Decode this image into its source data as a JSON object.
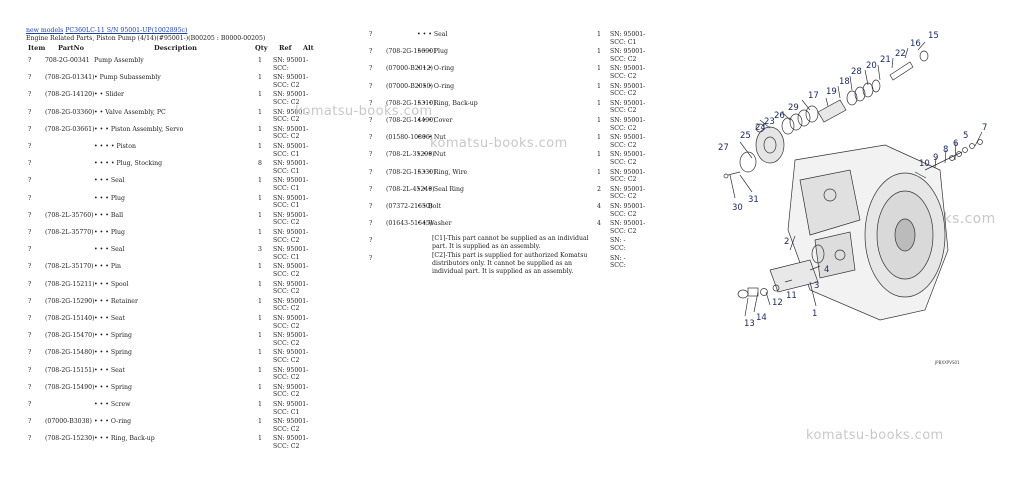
{
  "breadcrumb": {
    "link1": "new models",
    "link2": "PC360LC-11 S/N 95001-UP(1002895c)"
  },
  "subtitle": "Engine Related Parts, Piston Pump (4/14)(#95001-)(B00205 : B0000-00205)",
  "columns": {
    "item": "Item",
    "partno": "PartNo",
    "desc": "Description",
    "qty": "Qty",
    "ref": "Ref",
    "alt": "Alt"
  },
  "left_rows": [
    {
      "q": "?",
      "pn": "708-2G-00341",
      "desc": "Pump Assembly",
      "qty": "1",
      "ref": "SN: 95001-\nSCC:"
    },
    {
      "q": "?",
      "pn": "(708-2G-01341)",
      "desc": "• Pump Subassembly",
      "qty": "1",
      "ref": "SN: 95001-\nSCC: C2"
    },
    {
      "q": "?",
      "pn": "(708-2G-14120)",
      "desc": "• • Slider",
      "qty": "1",
      "ref": "SN: 95001-\nSCC: C2"
    },
    {
      "q": "?",
      "pn": "(708-2G-03360)",
      "desc": "• • Valve Assembly, PC",
      "qty": "1",
      "ref": "SN: 95001-\nSCC: C2"
    },
    {
      "q": "?",
      "pn": "(708-2G-03661)",
      "desc": "• • • Piston Assembly, Servo",
      "qty": "1",
      "ref": "SN: 95001-\nSCC: C2"
    },
    {
      "q": "?",
      "pn": "",
      "desc": "• • • • Piston",
      "qty": "1",
      "ref": "SN: 95001-\nSCC: C1"
    },
    {
      "q": "?",
      "pn": "",
      "desc": "• • • • Plug, Stocking",
      "qty": "8",
      "ref": "SN: 95001-\nSCC: C1"
    },
    {
      "q": "?",
      "pn": "",
      "desc": "• • • Seal",
      "qty": "1",
      "ref": "SN: 95001-\nSCC: C1"
    },
    {
      "q": "?",
      "pn": "",
      "desc": "• • • Plug",
      "qty": "1",
      "ref": "SN: 95001-\nSCC: C1"
    },
    {
      "q": "?",
      "pn": "(708-2L-35760)",
      "desc": "• • • Ball",
      "qty": "1",
      "ref": "SN: 95001-\nSCC: C2"
    },
    {
      "q": "?",
      "pn": "(708-2L-35770)",
      "desc": "• • • Plug",
      "qty": "1",
      "ref": "SN: 95001-\nSCC: C2"
    },
    {
      "q": "?",
      "pn": "",
      "desc": "• • • Seal",
      "qty": "3",
      "ref": "SN: 95001-\nSCC: C1"
    },
    {
      "q": "?",
      "pn": "(708-2L-35170)",
      "desc": "• • • Pin",
      "qty": "1",
      "ref": "SN: 95001-\nSCC: C2"
    },
    {
      "q": "?",
      "pn": "(708-2G-15211)",
      "desc": "• • • Spool",
      "qty": "1",
      "ref": "SN: 95001-\nSCC: C2"
    },
    {
      "q": "?",
      "pn": "(708-2G-15290)",
      "desc": "• • • Retainer",
      "qty": "1",
      "ref": "SN: 95001-\nSCC: C2"
    },
    {
      "q": "?",
      "pn": "(708-2G-15140)",
      "desc": "• • • Seat",
      "qty": "1",
      "ref": "SN: 95001-\nSCC: C2"
    },
    {
      "q": "?",
      "pn": "(708-2G-15470)",
      "desc": "• • • Spring",
      "qty": "1",
      "ref": "SN: 95001-\nSCC: C2"
    },
    {
      "q": "?",
      "pn": "(708-2G-15480)",
      "desc": "• • • Spring",
      "qty": "1",
      "ref": "SN: 95001-\nSCC: C2"
    },
    {
      "q": "?",
      "pn": "(708-2G-15151)",
      "desc": "• • • Seat",
      "qty": "1",
      "ref": "SN: 95001-\nSCC: C2"
    },
    {
      "q": "?",
      "pn": "(708-2G-15490)",
      "desc": "• • • Spring",
      "qty": "1",
      "ref": "SN: 95001-\nSCC: C2"
    },
    {
      "q": "?",
      "pn": "",
      "desc": "• • • Screw",
      "qty": "1",
      "ref": "SN: 95001-\nSCC: C1"
    },
    {
      "q": "?",
      "pn": "(07000-B3038)",
      "desc": "• • • O-ring",
      "qty": "1",
      "ref": "SN: 95001-\nSCC: C2"
    },
    {
      "q": "?",
      "pn": "(708-2G-15230)",
      "desc": "• • • Ring, Back-up",
      "qty": "1",
      "ref": "SN: 95001-\nSCC: C2"
    }
  ],
  "right_rows": [
    {
      "q": "?",
      "pn": "",
      "desc": "• • • Seal",
      "qty": "1",
      "ref": "SN: 95001-\nSCC: C1"
    },
    {
      "q": "?",
      "pn": "(708-2G-15690)",
      "desc": "• • • Plug",
      "qty": "1",
      "ref": "SN: 95001-\nSCC: C2"
    },
    {
      "q": "?",
      "pn": "(07000-B2012)",
      "desc": "• • • O-ring",
      "qty": "1",
      "ref": "SN: 95001-\nSCC: C2"
    },
    {
      "q": "?",
      "pn": "(07000-B2050)",
      "desc": "• • • O-ring",
      "qty": "1",
      "ref": "SN: 95001-\nSCC: C2"
    },
    {
      "q": "?",
      "pn": "(708-2G-15310)",
      "desc": "• • • Ring, Back-up",
      "qty": "1",
      "ref": "SN: 95001-\nSCC: C2"
    },
    {
      "q": "?",
      "pn": "(708-2G-14490)",
      "desc": "• • • Cover",
      "qty": "1",
      "ref": "SN: 95001-\nSCC: C2"
    },
    {
      "q": "?",
      "pn": "(01580-10806)",
      "desc": "• • • Nut",
      "qty": "1",
      "ref": "SN: 95001-\nSCC: C2"
    },
    {
      "q": "?",
      "pn": "(708-2L-35290)",
      "desc": "• • • Nut",
      "qty": "1",
      "ref": "SN: 95001-\nSCC: C2"
    },
    {
      "q": "?",
      "pn": "(708-2G-15330)",
      "desc": "• • • Ring, Wire",
      "qty": "1",
      "ref": "SN: 95001-\nSCC: C2"
    },
    {
      "q": "?",
      "pn": "(708-2L-45240)",
      "desc": "• • • Seal Ring",
      "qty": "2",
      "ref": "SN: 95001-\nSCC: C2"
    },
    {
      "q": "?",
      "pn": "(07372-21650)",
      "desc": "• • Bolt",
      "qty": "4",
      "ref": "SN: 95001-\nSCC: C2"
    },
    {
      "q": "?",
      "pn": "(01643-51645)",
      "desc": "• • Washer",
      "qty": "4",
      "ref": "SN: 95001-\nSCC: C2"
    },
    {
      "q": "?",
      "pn": "",
      "desc": "",
      "qty": "",
      "ref": "SN: -\nSCC:"
    },
    {
      "q": "?",
      "pn": "",
      "desc": "",
      "qty": "",
      "ref": "SN: -\nSCC:"
    }
  ],
  "notes": {
    "c1": "[C1]-This part cannot be supplied as an individual part. It is supplied as an assembly.",
    "c2": "[C2]-This part is supplied for authorized Komatsu distributors only. It cannot be supplied as an individual part. It is supplied as an assembly."
  },
  "watermark": "komatsu-books.com",
  "callouts": [
    "1",
    "2",
    "3",
    "4",
    "5",
    "6",
    "7",
    "8",
    "9",
    "10",
    "11",
    "12",
    "13",
    "14",
    "15",
    "16",
    "17",
    "18",
    "19",
    "20",
    "21",
    "22",
    "23",
    "24",
    "25",
    "26",
    "27",
    "28",
    "29",
    "30",
    "31"
  ],
  "figure_no": "JPBXXPVS01"
}
